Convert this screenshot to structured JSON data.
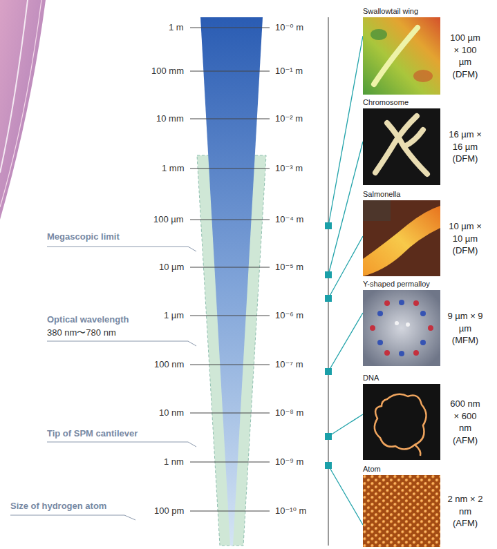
{
  "diagram": {
    "nodes": [
      {
        "text": [
          "Swallowtail wing",
          "100 µm × 100 µm (DFM)"
        ]
      },
      {
        "text": [
          "Chromosome",
          "16 µm × 16 µm (DFM)"
        ]
      },
      {
        "text": [
          "Salmonella",
          "10 µm × 10 µm (DFM)"
        ]
      },
      {
        "text": [
          "Y-shaped permalloy",
          "9 µm × 9 µm (MFM)"
        ]
      },
      {
        "text": [
          "DNA",
          "600 nm × 600 nm (AFM)"
        ]
      },
      {
        "text": [
          "Atom",
          "2 nm × 2 nm (AFM)"
        ]
      }
    ],
    "labels": [
      "1 m",
      "10⁻⁰ m",
      "100 mm",
      "10⁻¹ m",
      "10 mm",
      "10⁻² m",
      "1 mm",
      "10⁻³ m",
      "100 µm",
      "10⁻⁴ m",
      "10 µm",
      "10⁻⁵ m",
      "1 µm",
      "10⁻⁶ m",
      "100 nm",
      "10⁻⁷ m",
      "10 nm",
      "10⁻⁸ m",
      "1 nm",
      "10⁻⁹ m",
      "100 pm",
      "10⁻¹⁰ m",
      "Megascopic limit",
      "Optical wavelength",
      "380 nm〜780 nm",
      "Tip of SPM cantilever",
      "Size of hydrogen atom"
    ]
  }
}
